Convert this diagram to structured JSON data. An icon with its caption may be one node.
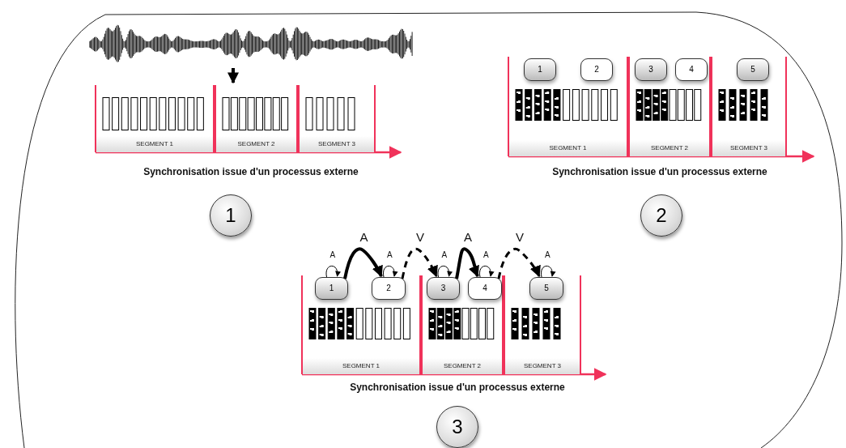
{
  "diagram": {
    "nodes": [
      {
        "text": [],
        "shape": "picture"
      },
      {
        "text": [
          "SEGMENT 1"
        ]
      },
      {
        "text": [
          "SEGMENT 2"
        ]
      },
      {
        "text": [
          "SEGMENT 3"
        ]
      },
      {
        "text": [
          "SEGMENT 1"
        ]
      },
      {
        "text": [
          "SEGMENT 2"
        ]
      },
      {
        "text": [
          "SEGMENT 3"
        ]
      },
      {
        "text": [
          "1"
        ],
        "in": 4
      },
      {
        "text": [
          "2"
        ],
        "in": 4
      },
      {
        "text": [
          "3"
        ],
        "in": 5
      },
      {
        "text": [
          "4"
        ],
        "in": 5
      },
      {
        "text": [
          "5"
        ],
        "in": 6
      },
      {
        "text": [
          "1"
        ]
      },
      {
        "text": [
          "2"
        ]
      },
      {
        "text": [
          "SEGMENT 1"
        ]
      },
      {
        "text": [
          "SEGMENT 2"
        ]
      },
      {
        "text": [
          "SEGMENT 3"
        ]
      },
      {
        "text": [
          "1"
        ],
        "in": 14
      },
      {
        "text": [
          "2"
        ],
        "in": 14
      },
      {
        "text": [
          "3"
        ],
        "in": 15
      },
      {
        "text": [
          "4"
        ],
        "in": 15
      },
      {
        "text": [
          "5"
        ],
        "in": 16
      },
      {
        "text": [
          "3"
        ]
      }
    ],
    "edges": [
      {
        "from": 0,
        "to": 2,
        "arrow": "to",
        "style": "thick"
      },
      {
        "from": 17,
        "to": 17,
        "arrow": "to",
        "label": "A"
      },
      {
        "from": 17,
        "to": 18,
        "arrow": "to",
        "label": "A",
        "style": "thick"
      },
      {
        "from": 18,
        "to": 18,
        "arrow": "to",
        "label": "A"
      },
      {
        "from": 18,
        "to": 19,
        "arrow": "to",
        "label": "V",
        "style": "dashed"
      },
      {
        "from": 19,
        "to": 19,
        "arrow": "to",
        "label": "A"
      },
      {
        "from": 19,
        "to": 20,
        "arrow": "to",
        "label": "A",
        "style": "thick"
      },
      {
        "from": 20,
        "to": 20,
        "arrow": "to",
        "label": "A"
      },
      {
        "from": 20,
        "to": 21,
        "arrow": "to",
        "label": "V",
        "style": "dashed"
      },
      {
        "from": 21,
        "to": 21,
        "arrow": "to",
        "label": "A"
      }
    ],
    "labels": [
      "Synchronisation issue d'un processus externe",
      "Synchronisation issue d'un processus externe",
      "Synchronisation issue d'un processus externe"
    ]
  }
}
